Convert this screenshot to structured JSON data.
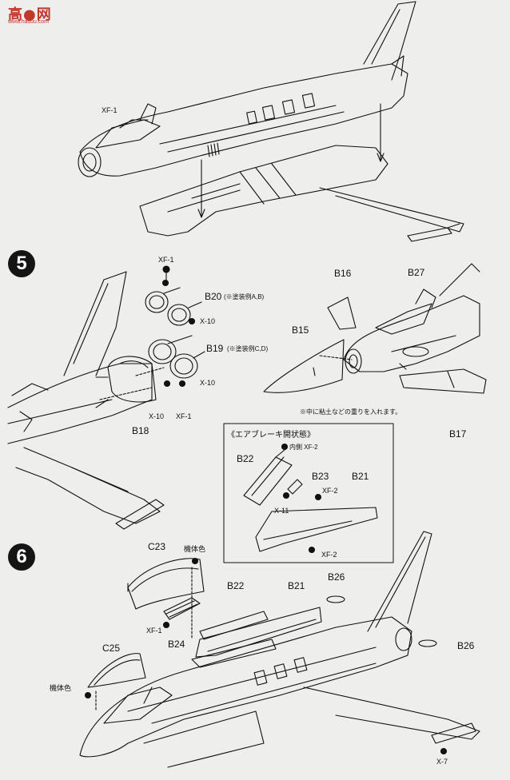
{
  "logo": {
    "main": "高●网",
    "sub": "www.hasuu.com"
  },
  "steps": {
    "five": "5",
    "six": "6"
  },
  "labels": {
    "xf1_top": "XF-1",
    "xf1_s5": "XF-1",
    "b20": "B20",
    "b20_note": "(※塗装例A,B)",
    "x10_a": "X-10",
    "b19": "B19",
    "b19_note": "(※塗装例C,D)",
    "x10_b": "X-10",
    "x10_c": "X-10",
    "xf1_c": "XF-1",
    "b18": "B18",
    "b16": "B16",
    "b27": "B27",
    "b15": "B15",
    "weight_note": "※中に粘土などの重りを入れます。",
    "b17": "B17",
    "airbrake_title": "《エアブレーキ開状態》",
    "inner_xf2": "内側 XF-2",
    "b22_panel": "B22",
    "b23": "B23",
    "b21_panel": "B21",
    "xf2_a": "XF-2",
    "x11": "X-11",
    "xf2_b": "XF-2",
    "c23": "C23",
    "body_color_1": "機体色",
    "xf1_s6": "XF-1",
    "b24": "B24",
    "b22": "B22",
    "b21": "B21",
    "b26_a": "B26",
    "b26_b": "B26",
    "c25": "C25",
    "body_color_2": "機体色",
    "x7": "X-7"
  },
  "colors": {
    "ink": "#111111",
    "paper": "#eeeeec",
    "logo": "#c0392b"
  }
}
